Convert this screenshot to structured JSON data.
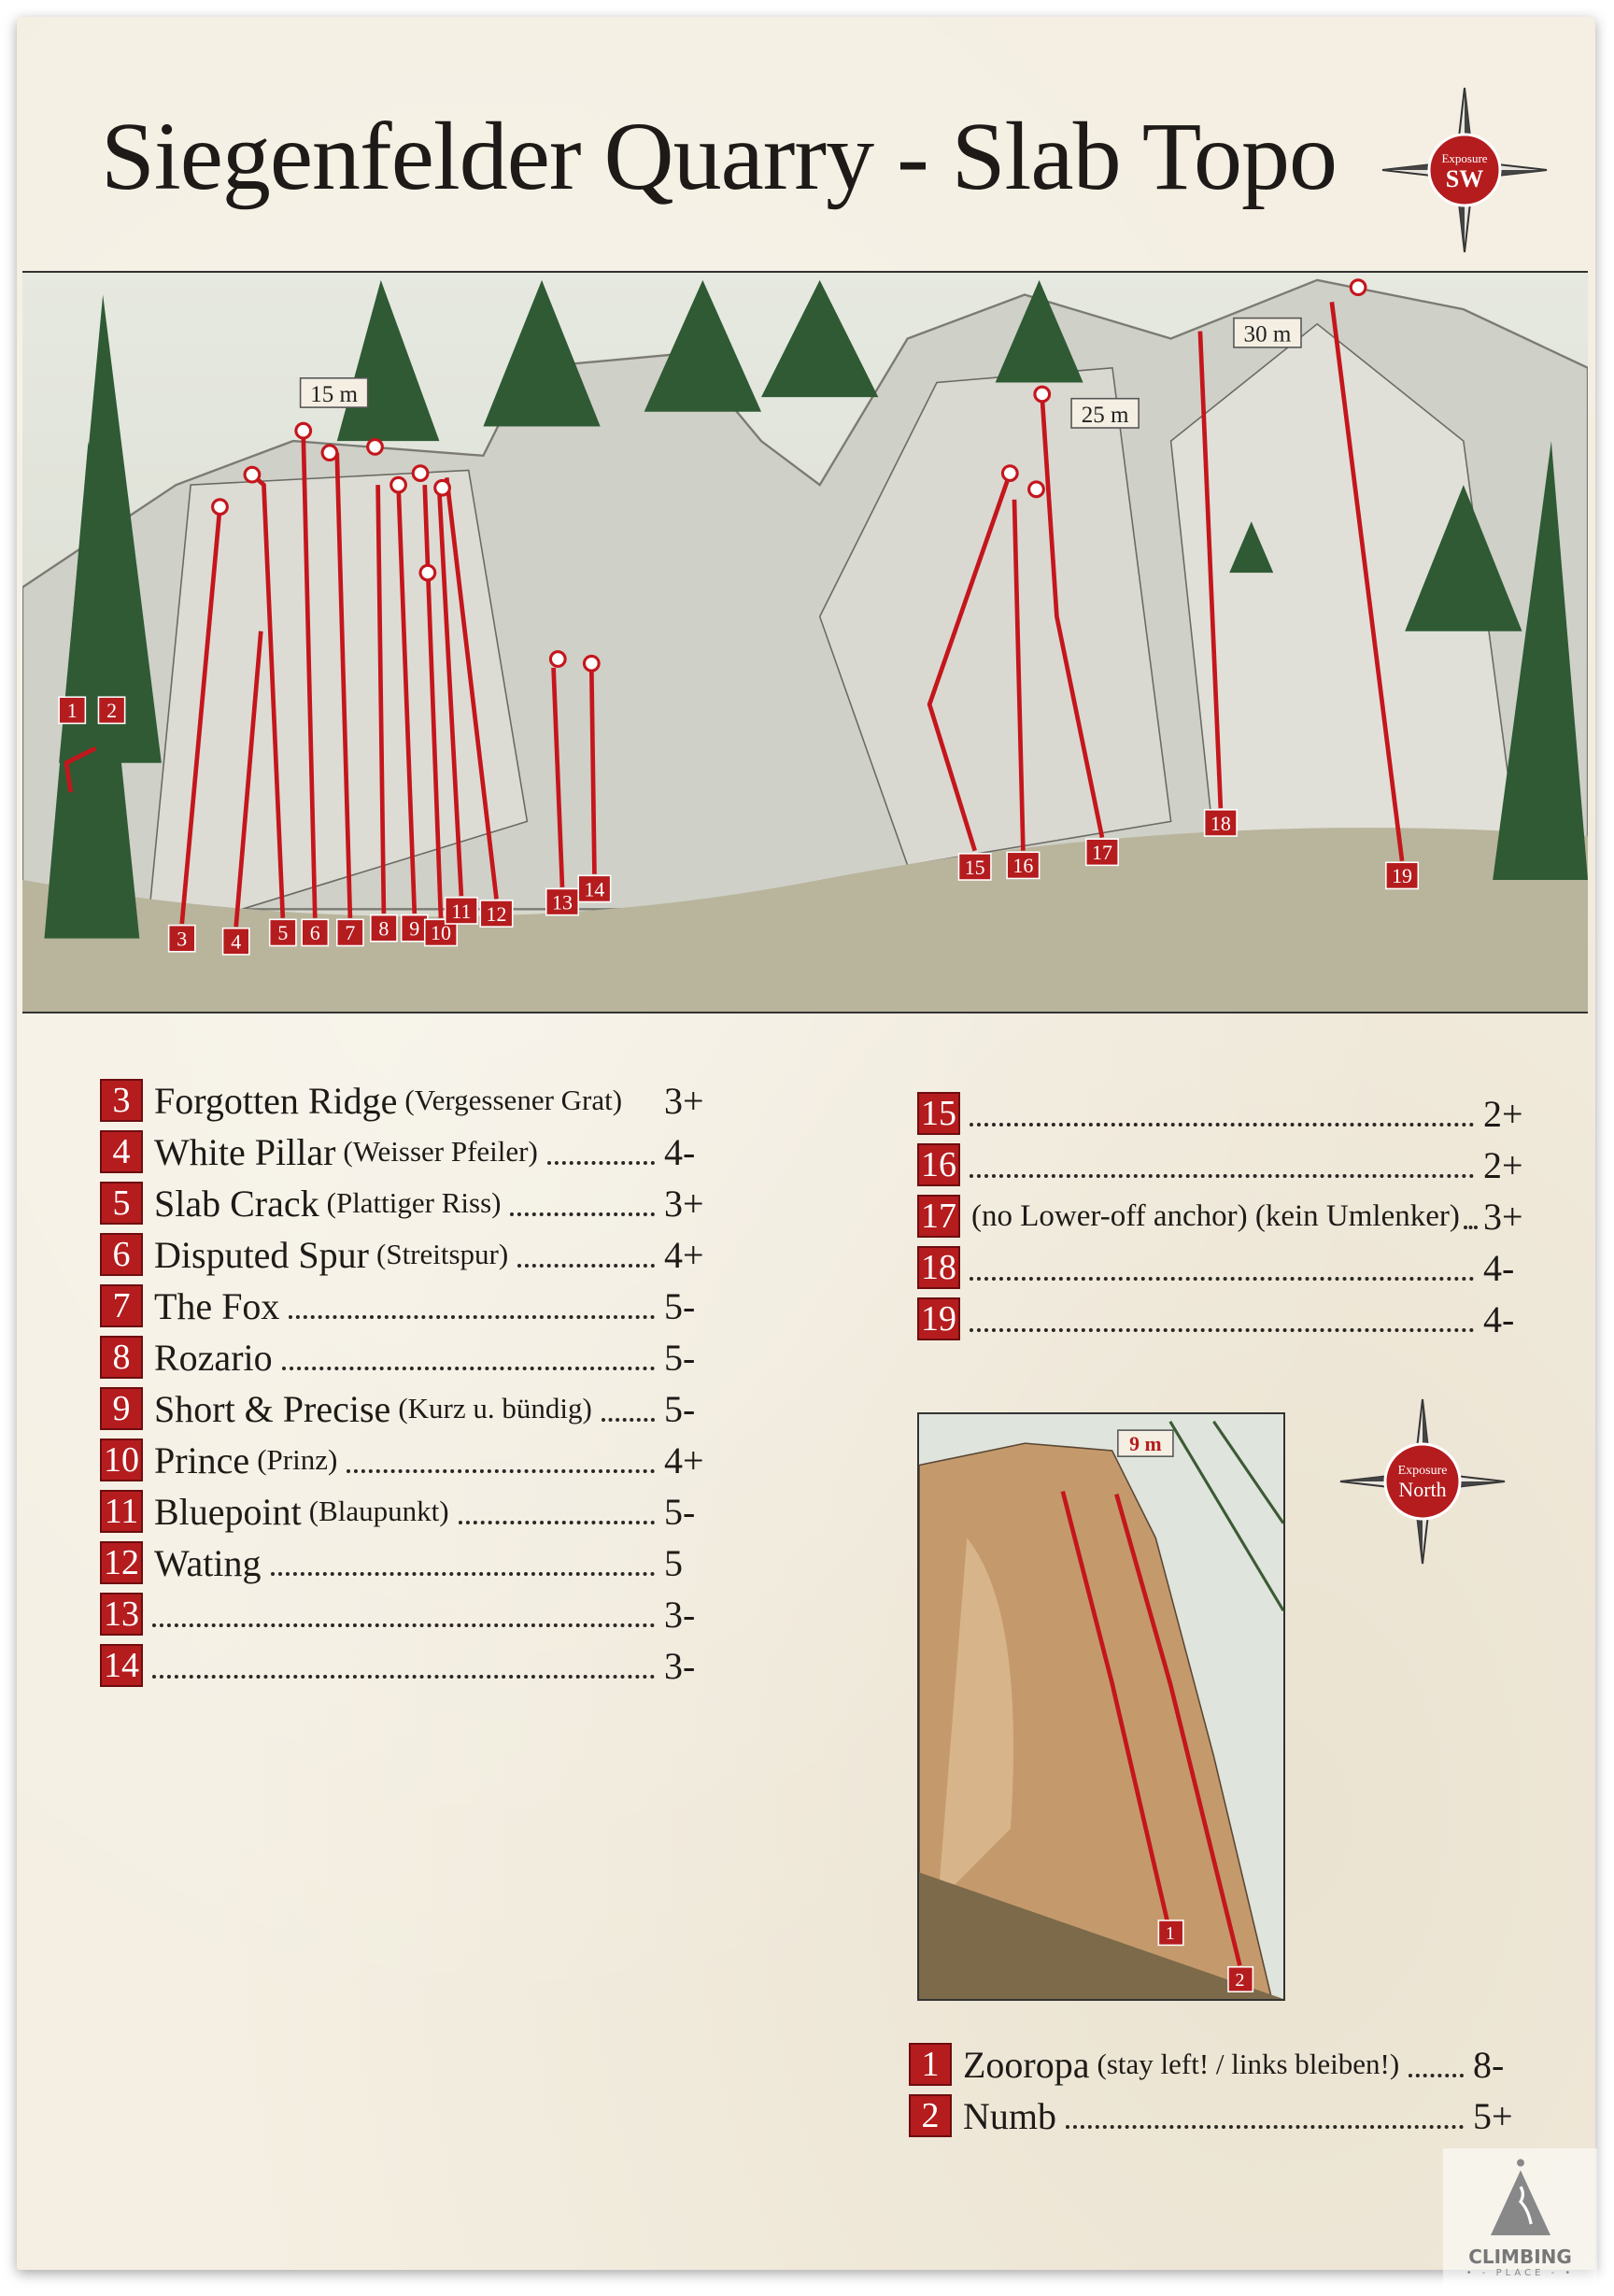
{
  "title": "Siegenfelder Quarry - Slab Topo",
  "compass_main": {
    "label": "Exposure",
    "direction": "SW"
  },
  "compass_secondary": {
    "label": "Exposure",
    "direction": "North"
  },
  "topo": {
    "heights": [
      "15 m",
      "25 m",
      "30 m"
    ],
    "route_labels": [
      "1",
      "2",
      "3",
      "4",
      "5",
      "6",
      "7",
      "8",
      "9",
      "10",
      "11",
      "12",
      "13",
      "14",
      "15",
      "16",
      "17",
      "18",
      "19"
    ]
  },
  "small_topo": {
    "height": "9 m",
    "route_labels": [
      "1",
      "2"
    ]
  },
  "routes_left": [
    {
      "num": "3",
      "name": "Forgotten Ridge",
      "alt": "(Vergessener Grat)",
      "grade": "3+"
    },
    {
      "num": "4",
      "name": "White Pillar",
      "alt": "(Weisser Pfeiler)",
      "grade": "4-"
    },
    {
      "num": "5",
      "name": "Slab Crack",
      "alt": "(Plattiger Riss)",
      "grade": "3+"
    },
    {
      "num": "6",
      "name": "Disputed Spur",
      "alt": "(Streitspur)",
      "grade": "4+"
    },
    {
      "num": "7",
      "name": "The Fox",
      "alt": "",
      "grade": "5-"
    },
    {
      "num": "8",
      "name": "Rozario",
      "alt": "",
      "grade": "5-"
    },
    {
      "num": "9",
      "name": "Short & Precise",
      "alt": "(Kurz u. bündig)",
      "grade": "5-"
    },
    {
      "num": "10",
      "name": "Prince",
      "alt": "(Prinz)",
      "grade": "4+"
    },
    {
      "num": "11",
      "name": "Bluepoint",
      "alt": "(Blaupunkt)",
      "grade": "5-"
    },
    {
      "num": "12",
      "name": "Wating",
      "alt": "",
      "grade": "5"
    },
    {
      "num": "13",
      "name": "",
      "alt": "",
      "grade": "3-"
    },
    {
      "num": "14",
      "name": "",
      "alt": "",
      "grade": "3-"
    }
  ],
  "routes_right": [
    {
      "num": "15",
      "name": "",
      "alt": "",
      "grade": "2+"
    },
    {
      "num": "16",
      "name": "",
      "alt": "",
      "grade": "2+"
    },
    {
      "num": "17",
      "name": "",
      "alt": "(no Lower-off anchor) (kein Umlenker)",
      "grade": "3+"
    },
    {
      "num": "18",
      "name": "",
      "alt": "",
      "grade": "4-"
    },
    {
      "num": "19",
      "name": "",
      "alt": "",
      "grade": "4-"
    }
  ],
  "routes_sector2": [
    {
      "num": "1",
      "name": "Zooropa",
      "alt": "(stay left! / links bleiben!)",
      "grade": "8-"
    },
    {
      "num": "2",
      "name": "Numb",
      "alt": "",
      "grade": "5+"
    }
  ],
  "logo": {
    "line1": "CLIMBING",
    "line2": "• - PLACE - •"
  },
  "colors": {
    "accent": "#b51c1e",
    "paper": "#f4efe2",
    "ink": "#1d1a17"
  }
}
